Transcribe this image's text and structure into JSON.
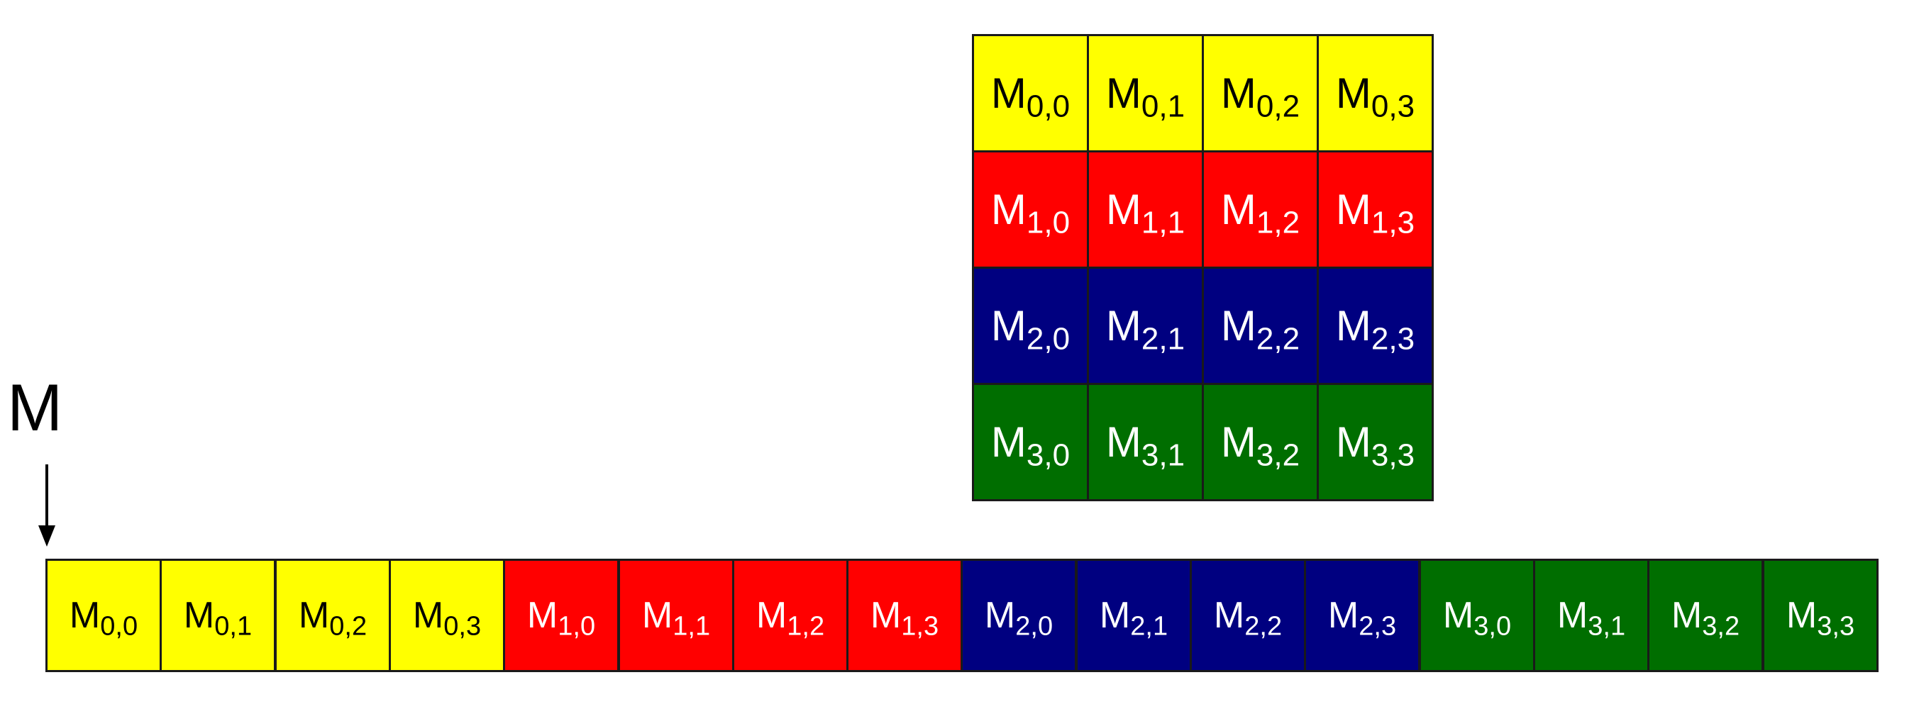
{
  "pointer_label": "M",
  "colors": {
    "row0": "#ffff00",
    "row1": "#ff0000",
    "row2": "#000080",
    "row3": "#006e00",
    "text_dark": "#000000",
    "text_light": "#ffffff"
  },
  "matrix": {
    "symbol": "M",
    "rows": [
      {
        "color": "#ffff00",
        "text_color": "#000000",
        "cells": [
          {
            "sub": "0,0"
          },
          {
            "sub": "0,1"
          },
          {
            "sub": "0,2"
          },
          {
            "sub": "0,3"
          }
        ]
      },
      {
        "color": "#ff0000",
        "text_color": "#ffffff",
        "cells": [
          {
            "sub": "1,0"
          },
          {
            "sub": "1,1"
          },
          {
            "sub": "1,2"
          },
          {
            "sub": "1,3"
          }
        ]
      },
      {
        "color": "#000080",
        "text_color": "#ffffff",
        "cells": [
          {
            "sub": "2,0"
          },
          {
            "sub": "2,1"
          },
          {
            "sub": "2,2"
          },
          {
            "sub": "2,3"
          }
        ]
      },
      {
        "color": "#006e00",
        "text_color": "#ffffff",
        "cells": [
          {
            "sub": "3,0"
          },
          {
            "sub": "3,1"
          },
          {
            "sub": "3,2"
          },
          {
            "sub": "3,3"
          }
        ]
      }
    ]
  },
  "linear": {
    "symbol": "M",
    "cells": [
      {
        "sub": "0,0",
        "color": "#ffff00",
        "text_color": "#000000"
      },
      {
        "sub": "0,1",
        "color": "#ffff00",
        "text_color": "#000000"
      },
      {
        "sub": "0,2",
        "color": "#ffff00",
        "text_color": "#000000"
      },
      {
        "sub": "0,3",
        "color": "#ffff00",
        "text_color": "#000000"
      },
      {
        "sub": "1,0",
        "color": "#ff0000",
        "text_color": "#ffffff"
      },
      {
        "sub": "1,1",
        "color": "#ff0000",
        "text_color": "#ffffff"
      },
      {
        "sub": "1,2",
        "color": "#ff0000",
        "text_color": "#ffffff"
      },
      {
        "sub": "1,3",
        "color": "#ff0000",
        "text_color": "#ffffff"
      },
      {
        "sub": "2,0",
        "color": "#000080",
        "text_color": "#ffffff"
      },
      {
        "sub": "2,1",
        "color": "#000080",
        "text_color": "#ffffff"
      },
      {
        "sub": "2,2",
        "color": "#000080",
        "text_color": "#ffffff"
      },
      {
        "sub": "2,3",
        "color": "#000080",
        "text_color": "#ffffff"
      },
      {
        "sub": "3,0",
        "color": "#006e00",
        "text_color": "#ffffff"
      },
      {
        "sub": "3,1",
        "color": "#006e00",
        "text_color": "#ffffff"
      },
      {
        "sub": "3,2",
        "color": "#006e00",
        "text_color": "#ffffff"
      },
      {
        "sub": "3,3",
        "color": "#006e00",
        "text_color": "#ffffff"
      }
    ]
  }
}
